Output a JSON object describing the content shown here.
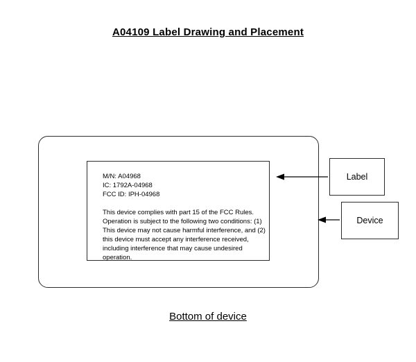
{
  "title": "A04109 Label Drawing and Placement",
  "label": {
    "model": "M/N: A04968",
    "ic": "IC: 1792A-04968",
    "fcc_id": "FCC ID: IPH-04968",
    "compliance": "This device complies with part 15 of the FCC Rules. Operation is subject to the following two conditions: (1) This device may not cause harmful interference, and (2) this device must accept any interference received, including interference that may cause undesired operation."
  },
  "callouts": {
    "label": "Label",
    "device": "Device"
  },
  "footer": "Bottom of device"
}
